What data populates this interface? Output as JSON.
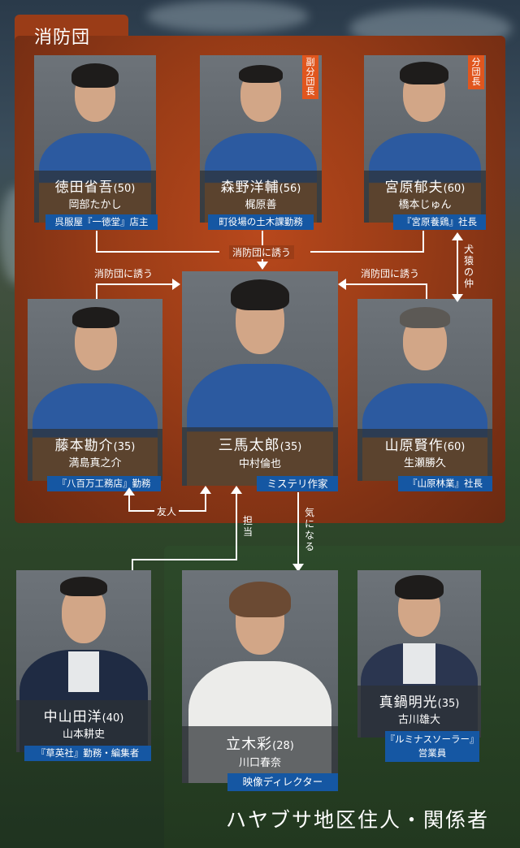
{
  "section_fire": {
    "title": "消防団"
  },
  "section_residents": {
    "title": "ハヤブサ地区住人・関係者"
  },
  "characters": {
    "tokuda": {
      "name": "徳田省吾",
      "age": "(50)",
      "actor": "岡部たかし",
      "tag": "呉服屋『一徳堂』店主"
    },
    "morino": {
      "name": "森野洋輔",
      "age": "(56)",
      "actor": "梶原善",
      "tag": "町役場の土木課勤務",
      "role": "副分団長"
    },
    "miyahara": {
      "name": "宮原郁夫",
      "age": "(60)",
      "actor": "橋本じゅん",
      "tag": "『宮原養鶏』社長",
      "role": "分団長"
    },
    "fujimoto": {
      "name": "藤本勘介",
      "age": "(35)",
      "actor": "満島真之介",
      "tag": "『八百万工務店』勤務"
    },
    "mima": {
      "name": "三馬太郎",
      "age": "(35)",
      "actor": "中村倫也",
      "tag": "ミステリ作家"
    },
    "yamahara": {
      "name": "山原賢作",
      "age": "(60)",
      "actor": "生瀬勝久",
      "tag": "『山原林業』社長"
    },
    "nakayamada": {
      "name": "中山田洋",
      "age": "(40)",
      "actor": "山本耕史",
      "tag": "『草英社』勤務・編集者"
    },
    "tachiki": {
      "name": "立木彩",
      "age": "(28)",
      "actor": "川口春奈",
      "tag": "映像ディレクター"
    },
    "manabe": {
      "name": "真鍋明光",
      "age": "(35)",
      "actor": "古川雄大",
      "tag_line1": "『ルミナスソーラー』",
      "tag_line2": "営業員"
    }
  },
  "relations": {
    "invite_center": "消防団に誘う",
    "invite_left": "消防団に誘う",
    "invite_right": "消防団に誘う",
    "rivalry": "犬猿の仲",
    "friend": "友人",
    "in_charge": "担当",
    "interested": "気になる"
  },
  "colors": {
    "tag_blue": "#1557a3",
    "badge_orange": "#e0561e",
    "fire_panel": "#9c3d17"
  }
}
